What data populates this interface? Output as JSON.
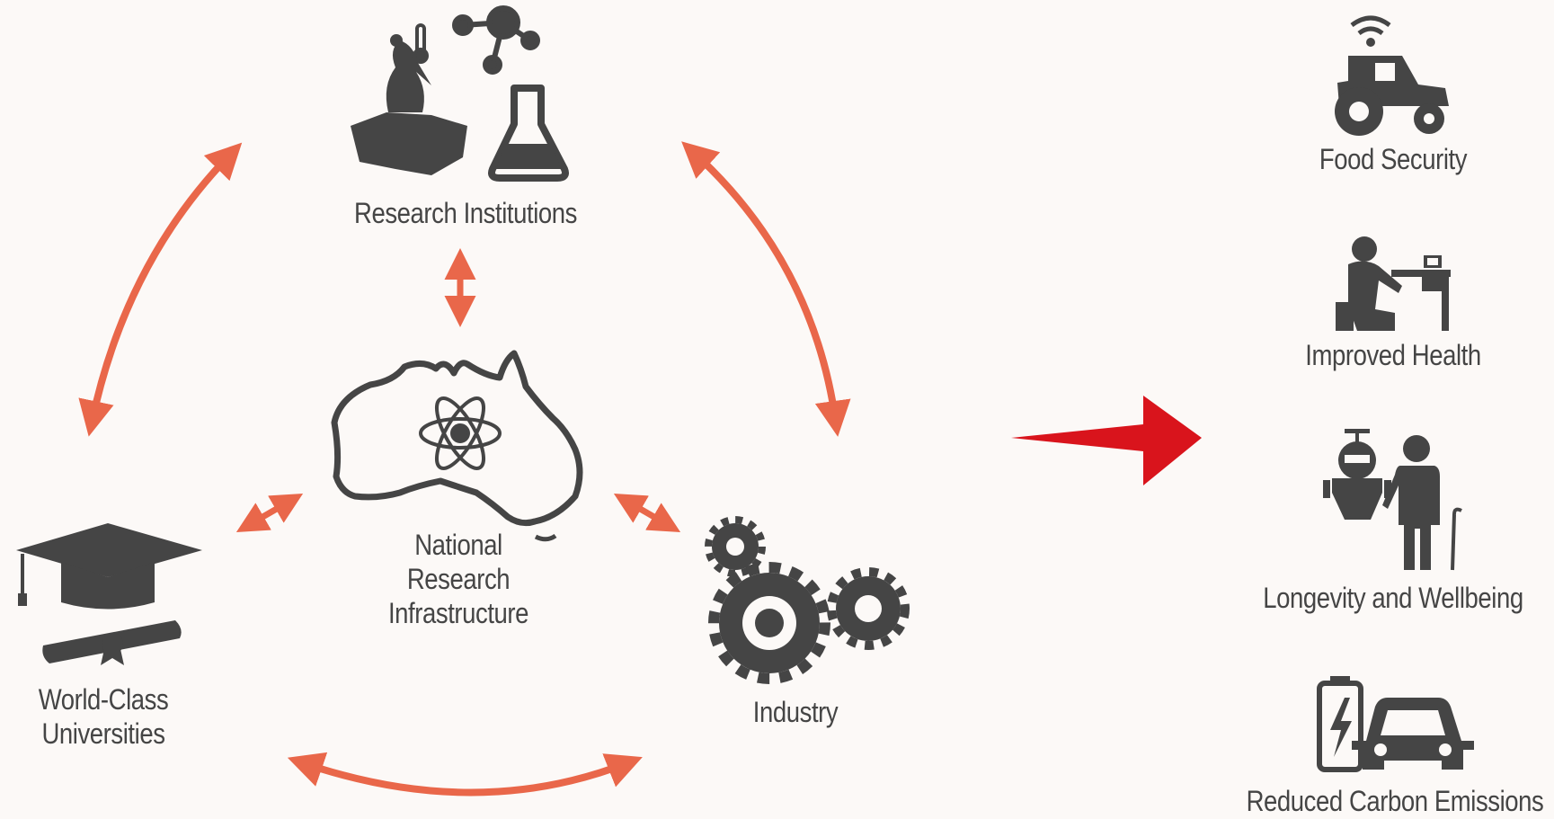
{
  "diagram": {
    "nodes": {
      "research": {
        "label": "Research Institutions"
      },
      "nri": {
        "label_lines": [
          "National",
          "Research",
          "Infrastructure"
        ]
      },
      "universities": {
        "label_lines": [
          "World-Class",
          "Universities"
        ]
      },
      "industry": {
        "label": "Industry"
      }
    },
    "outcomes": [
      {
        "label": "Food Security",
        "icon": "tractor-icon"
      },
      {
        "label": "Improved Health",
        "icon": "patient-desk-icon"
      },
      {
        "label": "Longevity and Wellbeing",
        "icon": "robot-elderly-icon"
      },
      {
        "label": "Reduced Carbon Emissions",
        "icon": "electric-car-icon"
      }
    ],
    "colors": {
      "arrow": "#e9674a",
      "outcome_arrow": "#d9141c",
      "icon": "#454545",
      "background": "#fcf9f7"
    }
  }
}
